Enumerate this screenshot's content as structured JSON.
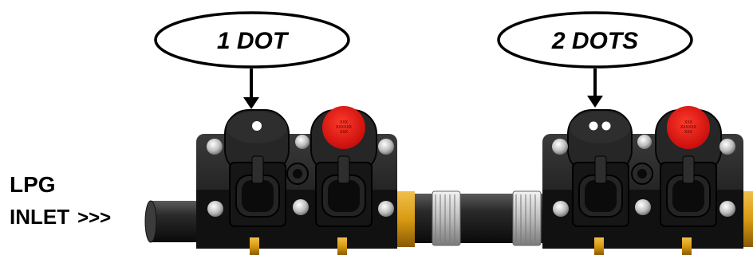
{
  "callouts": {
    "left": "1 DOT",
    "right": "2 DOTS"
  },
  "inlet": {
    "line1": "LPG",
    "line2": "INLET",
    "arrows": ">>>"
  },
  "seal_text": [
    "XXX",
    "XXXXXX",
    "XXX"
  ],
  "colors": {
    "body": "#1c1c1c",
    "red_seal": "#e01010",
    "brass": "#d9a21a",
    "hose": "#141414",
    "clamp": "#c8c8c8"
  }
}
